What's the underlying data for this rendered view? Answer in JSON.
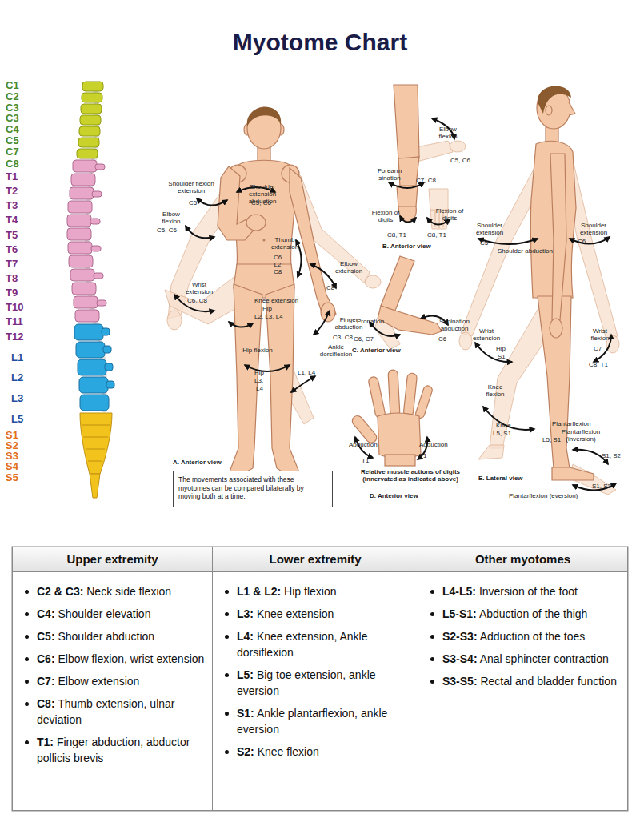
{
  "diagram": {
    "title": "Myotome Chart",
    "nodes": [
      {
        "text": [
          "The movements associated with these myotomes can be compared bilaterally by moving both at a time."
        ]
      },
      {
        "text": [
          "Upper extremity",
          "C2 & C3: Neck side flexion",
          "C4: Shoulder elevation",
          "C5: Shoulder abduction",
          "C6: Elbow flexion, wrist extension",
          "C7: Elbow extension",
          "C8: Thumb extension, ulnar deviation",
          "T1: Finger abduction, abductor pollicis brevis"
        ]
      },
      {
        "text": [
          "Lower extremity",
          "L1 & L2: Hip flexion",
          "L3: Knee extension",
          "L4: Knee extension, Ankle dorsiflexion",
          "L5: Big toe extension, ankle eversion",
          "S1: Ankle plantarflexion, ankle eversion",
          "S2: Knee flexion"
        ]
      },
      {
        "text": [
          "Other myotomes",
          "L4-L5: Inversion of the foot",
          "L5-S1: Abduction of the thigh",
          "S2-S3: Adduction of the toes",
          "S3-S4: Anal sphincter contraction",
          "S3-S5: Rectal and bladder function"
        ]
      }
    ],
    "labels": [
      "C1",
      "C2",
      "C3",
      "C3",
      "C4",
      "C5",
      "C7",
      "C8",
      "T1",
      "T2",
      "T3",
      "T4",
      "T5",
      "T6",
      "T7",
      "T8",
      "T9",
      "T10",
      "T11",
      "T12",
      "L1",
      "L2",
      "L3",
      "L5",
      "S1",
      "S2",
      "S3",
      "S4",
      "S5",
      "Shoulder flexion extension",
      "C5",
      "Shoulder extension abduction",
      "C5, C6",
      "Elbow flexion",
      "C5, C6",
      "Thumb extension",
      "C6 L2 C8",
      "Elbow extension",
      "C8",
      "Wrist extension",
      "C6, C8",
      "Knee extension",
      "Hip",
      "L2, L3, L4",
      "Finger abduction",
      "C3, C8",
      "Hip flexion",
      "Hip",
      "L3,",
      "L4",
      "Ankle dorsiflexion",
      "L1, L4",
      "A. Anterior view",
      "Elbow flexion",
      "C5, C6",
      "Forearm sination",
      "C7, C8",
      "Flexion of digits",
      "C8, T1",
      "Flexion of digits",
      "C8, T1",
      "B. Anterior view",
      "Pronation",
      "C6, C7",
      "Supination abduction",
      "C6",
      "C. Anterior view",
      "Abduction",
      "T1",
      "Adduction",
      "T1",
      "Relative muscle actions of digits (innervated as indicated above)",
      "D. Anterior view",
      "Shoulder extension",
      "C5",
      "Shoulder abduction",
      "Shoulder extension",
      "C6",
      "Wrist extension",
      "Wrist flexion",
      "C7",
      "Hip",
      "S1",
      "C8, T1",
      "Knee flexion",
      "Knee",
      "L5, S1",
      "L5, S1",
      "Plantarflexion",
      "Plantarflexion (inversion)",
      "S1, S2",
      "S1, S2",
      "Plantarflexion (eversion)",
      "E. Lateral view"
    ]
  }
}
